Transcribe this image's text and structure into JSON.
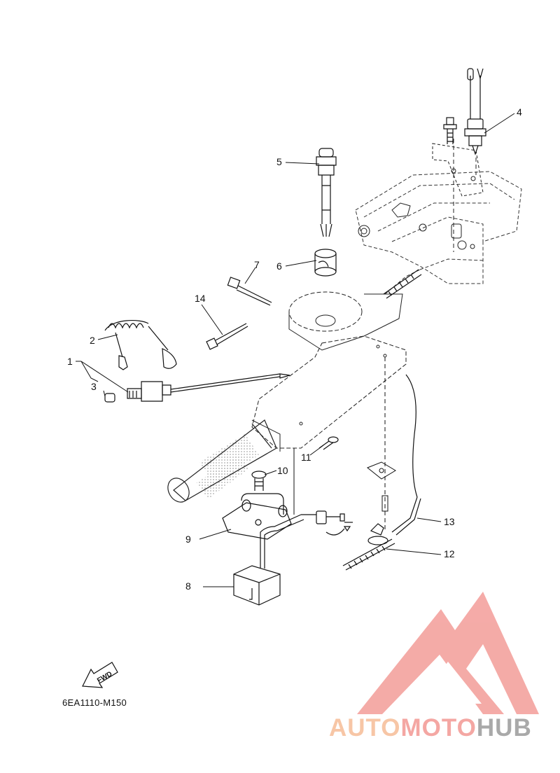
{
  "diagram": {
    "part_code": "6EA1110-M150",
    "fwd_label": "FWD",
    "callouts": [
      "1",
      "2",
      "3",
      "4",
      "5",
      "6",
      "7",
      "8",
      "9",
      "10",
      "11",
      "12",
      "13",
      "14"
    ]
  },
  "watermark": {
    "brand_part1": "AUTO",
    "brand_part2": "MOTO",
    "brand_part3": "HUB",
    "colors": {
      "logo": "#f4a7a3",
      "auto": "#f7c6a6",
      "hub": "#a9a9a9"
    }
  }
}
